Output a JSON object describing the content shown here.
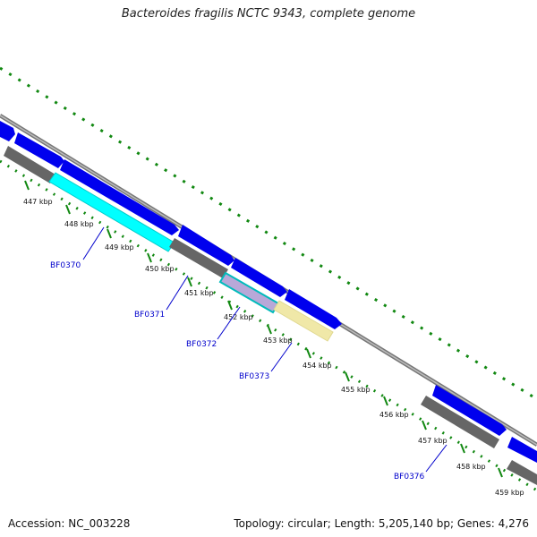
{
  "header": {
    "title": "Bacteroides fragilis NCTC 9343, complete genome"
  },
  "footer": {
    "accession": "Accession: NC_003228",
    "summary": "Topology: circular; Length: 5,205,140 bp; Genes: 4,276"
  },
  "ticks": [
    "447 kbp",
    "448 kbp",
    "449 kbp",
    "450 kbp",
    "451 kbp",
    "452 kbp",
    "453 kbp",
    "454 kbp",
    "455 kbp",
    "456 kbp",
    "457 kbp",
    "458 kbp",
    "459 kbp"
  ],
  "gene_labels": [
    "BF0370",
    "BF0371",
    "BF0372",
    "BF0373",
    "BF0376"
  ],
  "colors": {
    "cds_forward": "#0000ee",
    "cds_other": "#666666",
    "highlight_cyan": "#00ffff",
    "highlight_yellow": "#f0e8a8",
    "highlight_lavender": "#b8a8d8",
    "backbone": "#888888",
    "tick_green": "#118811",
    "label_blue": "#0000cc"
  }
}
